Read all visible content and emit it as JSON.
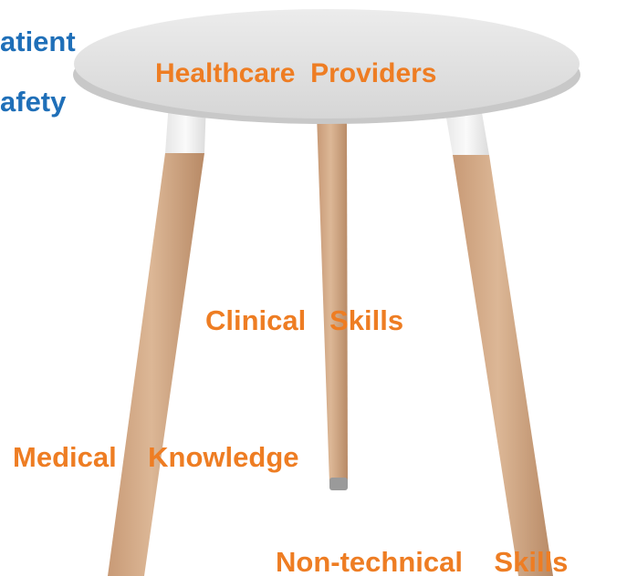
{
  "title": {
    "line1": "atient",
    "line2": "afety"
  },
  "tabletop": {
    "label": "Healthcare  Providers"
  },
  "legs": {
    "clinical": "Clinical   Skills",
    "knowledge": "Medical    Knowledge",
    "non_technical": "Non-technical    Skills"
  },
  "colors": {
    "title_blue": "#1f6fb8",
    "label_orange": "#ee7d23",
    "tabletop": "#e3e3e3",
    "leg_wood": "#d2aa88",
    "leg_collar": "#f3f3f3"
  }
}
